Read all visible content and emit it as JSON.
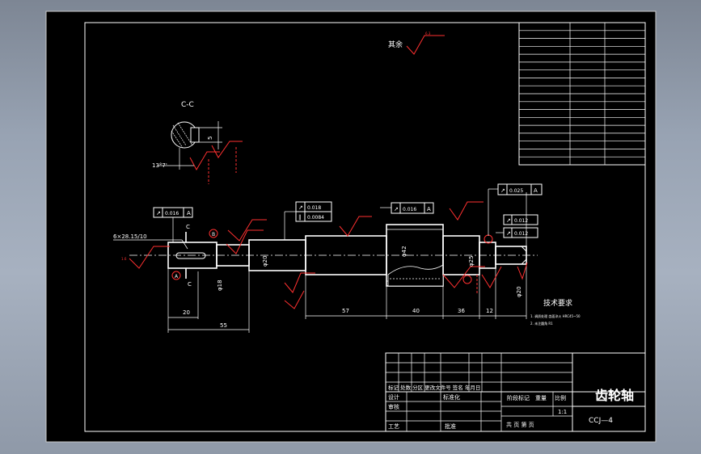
{
  "colors": {
    "sheet": "#000000",
    "line": "#ffffff",
    "roughness": "#ff3030",
    "window_bg": "#98a3b3"
  },
  "drawing": {
    "surface_note": "其余",
    "section_label": "C-C",
    "keyway_dim": "13°7'",
    "spline_spec": "6×28.15/10",
    "dim_20": "20",
    "dim_55": "55",
    "dim_57": "57",
    "dim_40": "40",
    "dim_36": "36",
    "dim_12": "12",
    "tol_1": "0.016",
    "tol_2": "0.018",
    "tol_3": "0.0084",
    "tol_4": "0.016",
    "tol_5": "0.025",
    "tol_6": "0.012",
    "tol_7": "0.012",
    "datum_a": "A",
    "datum_b": "B",
    "label_c": "C",
    "tech_title": "技术要求",
    "tech_line_1": "1. 调质处理 齿面淬火 HRC45~50",
    "tech_line_2": "2. 未注圆角 R1"
  },
  "title_block": {
    "part_name": "齿轮轴",
    "drawing_no": "CCJ—4",
    "row_header": "标记 处数 分区 更改文件号 签名 年月日",
    "design_label": "设计",
    "check_label": "审核",
    "process_label": "工艺",
    "standard_label": "标准化",
    "approve_label": "批准",
    "stage_label": "阶段标记",
    "weight_label": "重量",
    "scale_label": "比例",
    "scale_value": "1:1",
    "sheets_label": "共 页 第 页"
  }
}
